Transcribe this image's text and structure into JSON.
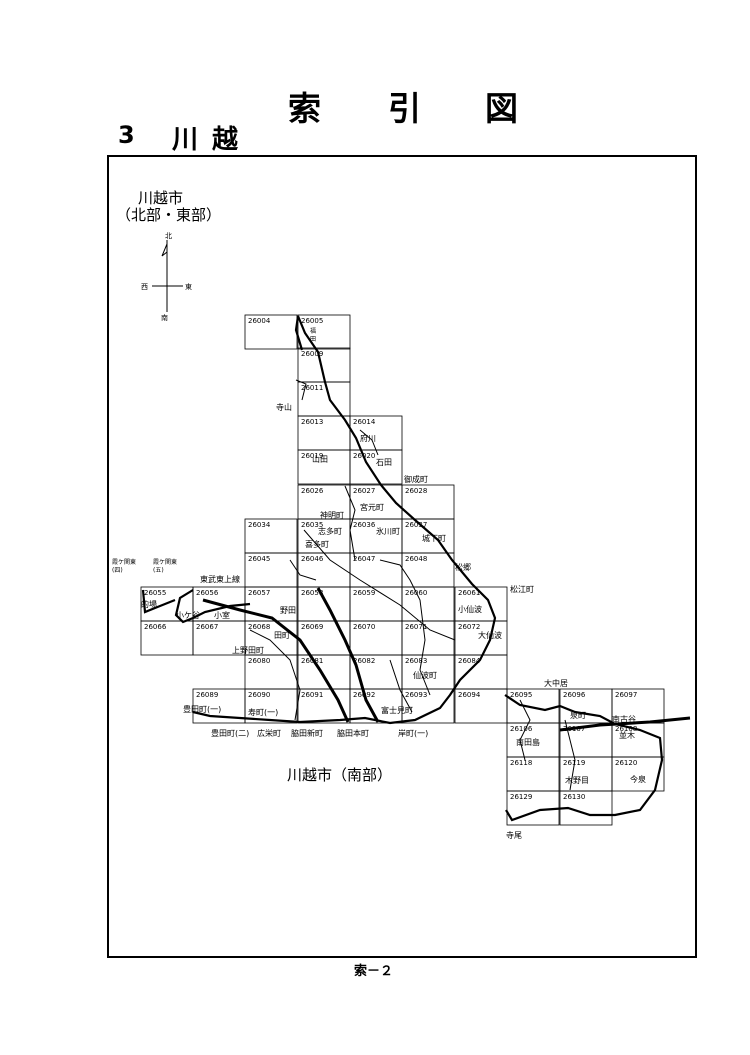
{
  "title_chars": [
    "索",
    "引",
    "図"
  ],
  "section": {
    "number": "3",
    "name": "川越"
  },
  "north_area_label": "川越市\n（北部・東部）",
  "north_area_line1": "川越市",
  "north_area_line2": "（北部・東部）",
  "compass": {
    "north": "北",
    "south": "南",
    "east": "東",
    "west": "西"
  },
  "south_caption": "川越市（南部）",
  "page_number": "索－２",
  "grid_cells": [
    {
      "code": "26004"
    },
    {
      "code": "26005"
    },
    {
      "code": "26009"
    },
    {
      "code": "26011"
    },
    {
      "code": "26013"
    },
    {
      "code": "26014"
    },
    {
      "code": "26019"
    },
    {
      "code": "26020"
    },
    {
      "code": "26026"
    },
    {
      "code": "26027"
    },
    {
      "code": "26028"
    },
    {
      "code": "26034"
    },
    {
      "code": "26035"
    },
    {
      "code": "26036"
    },
    {
      "code": "26037"
    },
    {
      "code": "26045"
    },
    {
      "code": "26046"
    },
    {
      "code": "26047"
    },
    {
      "code": "26048"
    },
    {
      "code": "26055"
    },
    {
      "code": "26056"
    },
    {
      "code": "26057"
    },
    {
      "code": "26058"
    },
    {
      "code": "26059"
    },
    {
      "code": "26060"
    },
    {
      "code": "26061"
    },
    {
      "code": "26066"
    },
    {
      "code": "26067"
    },
    {
      "code": "26068"
    },
    {
      "code": "26069"
    },
    {
      "code": "26070"
    },
    {
      "code": "26071"
    },
    {
      "code": "26072"
    },
    {
      "code": "26080"
    },
    {
      "code": "26081"
    },
    {
      "code": "26082"
    },
    {
      "code": "26083"
    },
    {
      "code": "26084"
    },
    {
      "code": "26089"
    },
    {
      "code": "26090"
    },
    {
      "code": "26091"
    },
    {
      "code": "26092"
    },
    {
      "code": "26093"
    },
    {
      "code": "26094"
    },
    {
      "code": "26095"
    },
    {
      "code": "26096"
    },
    {
      "code": "26097"
    },
    {
      "code": "26106"
    },
    {
      "code": "26107"
    },
    {
      "code": "26108"
    },
    {
      "code": "26118"
    },
    {
      "code": "26119"
    },
    {
      "code": "26120"
    },
    {
      "code": "26129"
    },
    {
      "code": "26130"
    }
  ],
  "place_names": {
    "fukuda": "福\n田",
    "terayama": "寺山",
    "fukawa": "府川",
    "yamada": "山田",
    "ishida": "石田",
    "gojonari": "御成町",
    "miyamoto": "宮元町",
    "shinmei": "神明町",
    "shimodamachi": "志多町",
    "kitamachi": "喜多町",
    "hikawa": "氷川町",
    "shiroshita": "城下町",
    "matsugo": "松郷",
    "matsue": "松江町",
    "kasumigaseki_higashi_4": "霞ケ関東\n(四)",
    "kasumigaseki_higashi_5": "霞ケ関東\n(五)",
    "matoba": "的場",
    "koyagaya": "小ケ谷",
    "komuro": "小室",
    "nozomi": "野田",
    "kosenba": "小仙波",
    "osenba": "大仙波",
    "kamino_tamachi": "上野田町",
    "tamachi": "田町",
    "senba": "仙波町",
    "toyoda_1": "豊田町(一)",
    "toyoda_2": "豊田町(二)",
    "hirosakae": "広栄町",
    "wakita_shinmachi": "脇田新町",
    "wakita_honcho": "脇田本町",
    "kishimachi": "岸町(一)",
    "kotobuki": "寿町(一)",
    "fujimicho": "富士見町",
    "onakai": "大中居",
    "izumimachi": "泉町",
    "minamifuruya": "南古谷",
    "namiki": "並木",
    "minamitajima": "南田島",
    "kinome": "木野目",
    "imaizumi": "今泉",
    "teraoo": "寺尾",
    "tobu_line": "東武東上線"
  }
}
